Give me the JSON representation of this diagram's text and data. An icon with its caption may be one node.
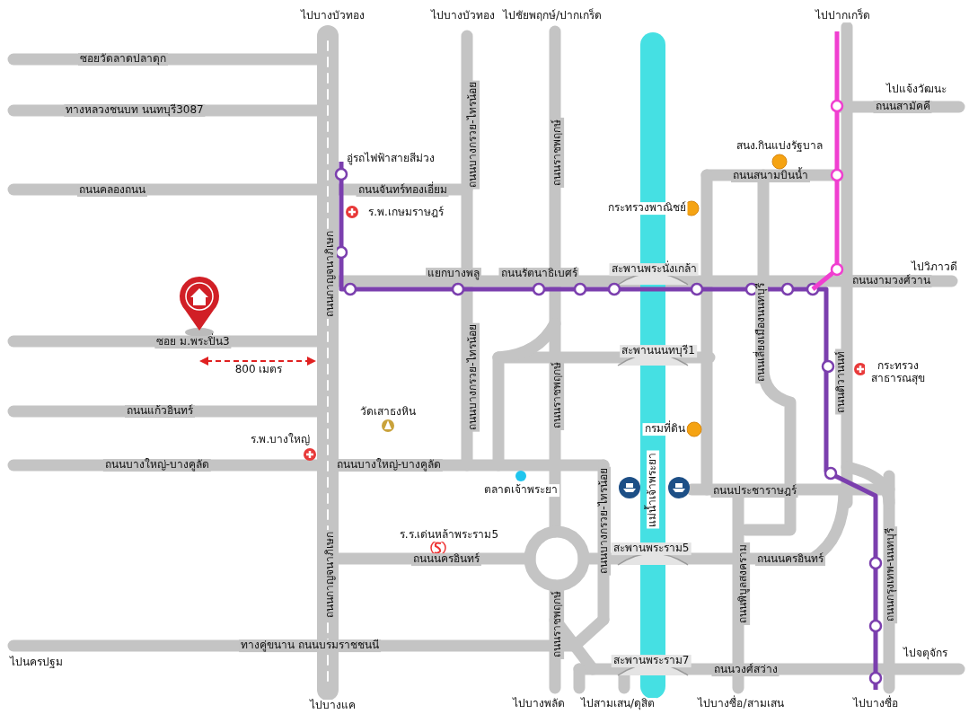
{
  "diagram": {
    "labels": [
      "ไปบางบัวทอง",
      "ไปบางบัวทอง",
      "ไปชัยพฤกษ์/ปากเกร็ด",
      "ไปปากเกร็ด",
      "ซอยวัดลาดปลาดุก",
      "ไปแจ้งวัฒนะ",
      "ถนนสามัคคี",
      "ทางหลวงชนบท นนทบุรี3087",
      "สนง.กินแบ่งรัฐบาล",
      "อู่รถไฟฟ้าสายสีม่วง",
      "ถนนสนามบินน้ำ",
      "ถนนคลองถนน",
      "ถนนจันทร์ทองเอี่ยม",
      "ถนนบางกรวย-ไทรน้อย",
      "ถนนราชพฤกษ์",
      "กระทรวงพาณิชย์",
      "ร.พ.เกษมราษฎร์",
      "ถนนกาญจนาภิเษก",
      "ไปวิภาวดี",
      "แยกบางพลู",
      "ถนนรัตนาธิเบศร์",
      "สะพานพระนั่งเกล้า",
      "ถนนงามวงศ์วาน",
      "ถนนเลี่ยงเมืองนนทบุรี",
      "ซอย ม.พระปิ่น3",
      "800 เมตร",
      "สะพานนนทบุรี1",
      "ถนนบางกรวย-ไทรน้อย",
      "ถนนติวานนท์",
      "กระทรวง สาธารณสุข",
      "ถนนแก้วอินทร์",
      "วัดเสาธงหิน",
      "ร.พ.บางใหญ่",
      "ถนนราชพฤกษ์",
      "กรมที่ดิน",
      "ถนนบางใหญ่-บางคูลัด",
      "ถนนบางใหญ่-บางคูลัด",
      "ตลาดเจ้าพระยา",
      "แม่น้ำเจ้าพระยา",
      "ถนนประชาราษฎร์",
      "ถนนบางกรวย-ไทรน้อย",
      "ร.ร.เด่นหล้าพระราม5",
      "ถนนนครอินทร์",
      "สะพานพระราม5",
      "ถนนนครอินทร์",
      "ถนนกาญจนาภิเษก",
      "ถนนพิบูลสงคราม",
      "ถนนกรุงเทพ-นนทบุรี",
      "ถนนราชพฤกษ์",
      "ทางคู่ขนาน ถนนบรมราชชนนี",
      "ไปนครปฐม",
      "ไปจตุจักร",
      "สะพานพระราม7",
      "ถนนวงศ์สว่าง",
      "ไปบางแค",
      "ไปบางพลัด",
      "ไปสามเสน/ดุสิต",
      "ไปบางซื่อ/สามเสน",
      "ไปบางซื่อ"
    ]
  }
}
